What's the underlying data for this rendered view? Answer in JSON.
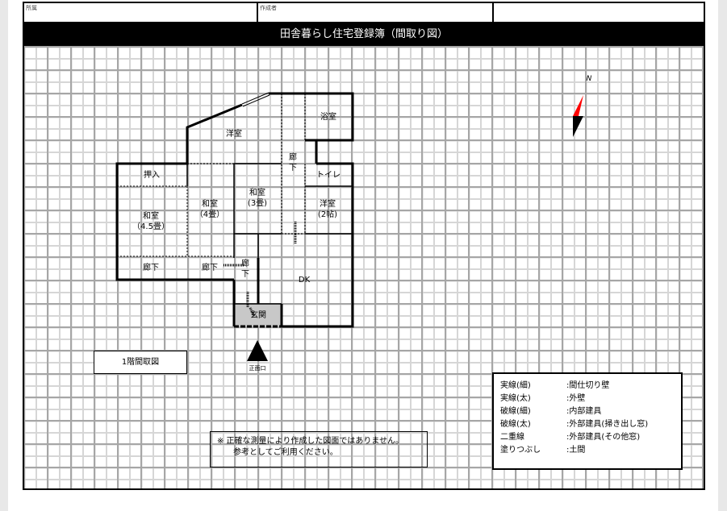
{
  "header": {
    "affiliation_label": "所属",
    "author_label": "作成者"
  },
  "title": "田舎暮らし住宅登録簿（間取り図）",
  "compass": {
    "label": "N",
    "north_color": "#ff0000",
    "south_color": "#000000"
  },
  "rooms": [
    {
      "name": "洋室"
    },
    {
      "name": "浴室"
    },
    {
      "name": "押入"
    },
    {
      "name": "廊",
      "name2": "下"
    },
    {
      "name": "トイレ"
    },
    {
      "name": "和室",
      "size": "(3畳)"
    },
    {
      "name": "和室",
      "size": "（4畳）"
    },
    {
      "name": "和室",
      "size": "（4.5畳）"
    },
    {
      "name": "洋室",
      "size": "(2帖)"
    },
    {
      "name": "廊下"
    },
    {
      "name": "廊下"
    },
    {
      "name": "廊",
      "name2": "下"
    },
    {
      "name": "DK"
    },
    {
      "name": "玄関"
    }
  ],
  "floor_label": "1階間取図",
  "entrance_label": "正面口",
  "note": {
    "line1": "※  正確な測量により作成した図面ではありません。",
    "line2": "参考としてご利用ください。"
  },
  "legend": [
    {
      "key": "実線(細)",
      "value": ":間仕切り壁"
    },
    {
      "key": "実線(太)",
      "value": ":外壁"
    },
    {
      "key": "破線(細)",
      "value": ":内部建具"
    },
    {
      "key": "破線(太)",
      "value": ":外部建具(掃き出し窓)"
    },
    {
      "key": "二重線",
      "value": ":外部建具(その他窓)"
    },
    {
      "key": "塗りつぶし",
      "value": ":土間"
    }
  ],
  "colors": {
    "genkan_fill": "#c8c8c8",
    "title_bg": "#000000"
  }
}
